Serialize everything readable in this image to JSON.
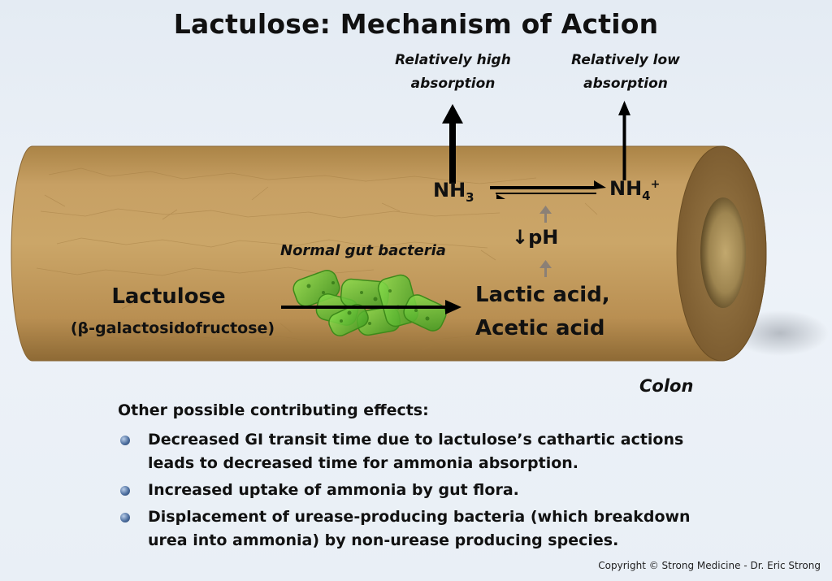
{
  "title": "Lactulose: Mechanism of Action",
  "absorption": {
    "high_line1": "Relatively high",
    "high_line2": "absorption",
    "low_line1": "Relatively low",
    "low_line2": "absorption"
  },
  "chemistry": {
    "nh3_base": "NH",
    "nh3_sub": "3",
    "nh4_base": "NH",
    "nh4_sub": "4",
    "nh4_sup": "+",
    "ph_arrow": "↓",
    "ph_label": "pH"
  },
  "bacteria_label": "Normal gut bacteria",
  "lactulose": {
    "name": "Lactulose",
    "chemical": "(β-galactosidofructose)"
  },
  "acids": {
    "line1": "Lactic acid,",
    "line2": "Acetic acid"
  },
  "colon_label": "Colon",
  "effects": {
    "heading": "Other possible contributing effects:",
    "items": [
      {
        "line1": "Decreased GI transit time due to lactulose’s cathartic actions",
        "line2": "leads to decreased time for ammonia absorption."
      },
      {
        "line1": "Increased uptake of ammonia by gut flora.",
        "line2": ""
      },
      {
        "line1": "Displacement of urease-producing bacteria (which breakdown",
        "line2": "urea into ammonia) by non-urease producing species."
      }
    ]
  },
  "copyright": "Copyright © Strong Medicine - Dr. Eric Strong",
  "colors": {
    "tube": "#c29a5c",
    "bacteria": "#5dbb2f",
    "background": "#e9eff6"
  }
}
